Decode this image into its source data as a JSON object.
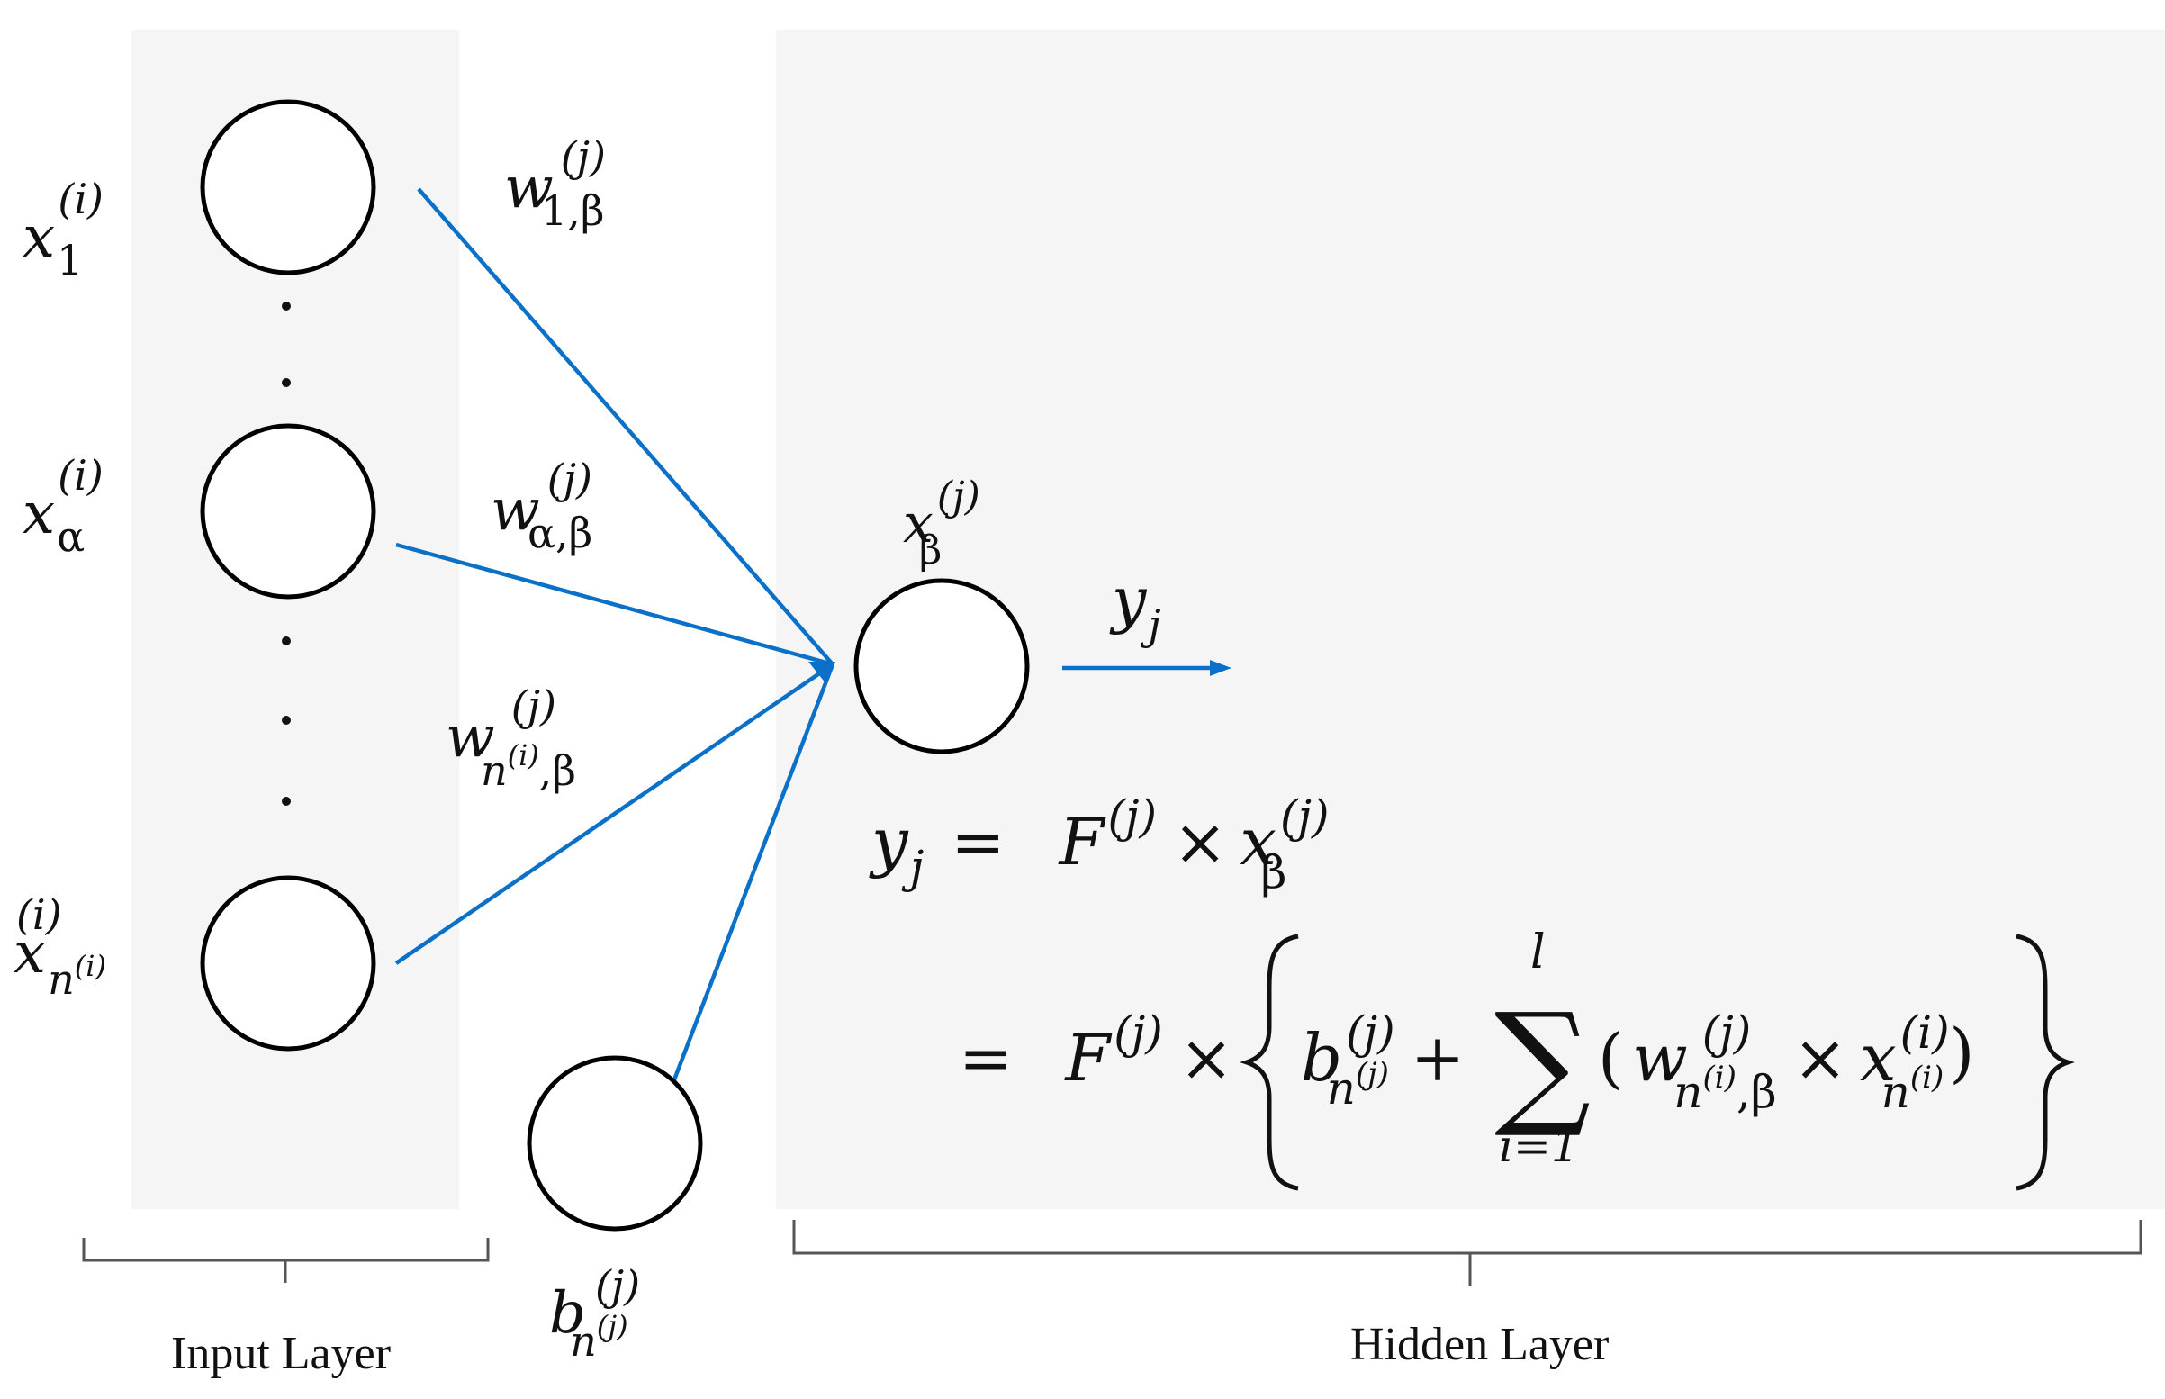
{
  "layers": {
    "input_label": "Input Layer",
    "hidden_label": "Hidden Layer"
  },
  "inputs": {
    "x1_base": "x",
    "x1_sub": "1",
    "x1_sup": "(i)",
    "xa_base": "x",
    "xa_sub": "α",
    "xa_sup": "(i)",
    "xn_base": "x",
    "xn_sub": "n",
    "xn_sub_sup": "(i)",
    "xn_sup": "(i)"
  },
  "weights": {
    "w1_base": "w",
    "w1_sup": "(j)",
    "w1_sub": "1,β",
    "wa_base": "w",
    "wa_sup": "(j)",
    "wa_sub": "α,β",
    "wn_base": "w",
    "wn_sup": "(j)",
    "wn_sub_n": "n",
    "wn_sub_n_sup": "(i)",
    "wn_sub_rest": ",β"
  },
  "bias": {
    "base": "b",
    "sup": "(j)",
    "sub_n": "n",
    "sub_n_sup": "(j)"
  },
  "hidden_node": {
    "base": "x",
    "sup": "(j)",
    "sub": "β"
  },
  "output": {
    "base": "y",
    "sub": "j"
  },
  "equation": {
    "line1_lhs_base": "y",
    "line1_lhs_sub": "j",
    "eq": "=",
    "F": "F",
    "F_sup": "(j)",
    "times": "×",
    "x_base": "x",
    "x_sup": "(j)",
    "x_sub": "β",
    "line2_eq": "=",
    "b_base": "b",
    "b_sup": "(j)",
    "b_sub_n": "n",
    "b_sub_n_sup": "(j)",
    "plus": "+",
    "sum_symbol": "∑",
    "sum_upper": "l",
    "sum_lower": "i=1",
    "open_paren": "(",
    "close_paren": ")",
    "w_base": "w",
    "w_sup": "(j)",
    "w_sub_n": "n",
    "w_sub_n_sup": "(i)",
    "w_sub_rest": ",β",
    "xn_base": "x",
    "xn_sup": "(i)",
    "xn_sub_n": "n",
    "xn_sub_n_sup": "(i)"
  },
  "colors": {
    "arrow": "#0a70c8",
    "panel": "#f5f5f5",
    "node_stroke": "#000000"
  }
}
